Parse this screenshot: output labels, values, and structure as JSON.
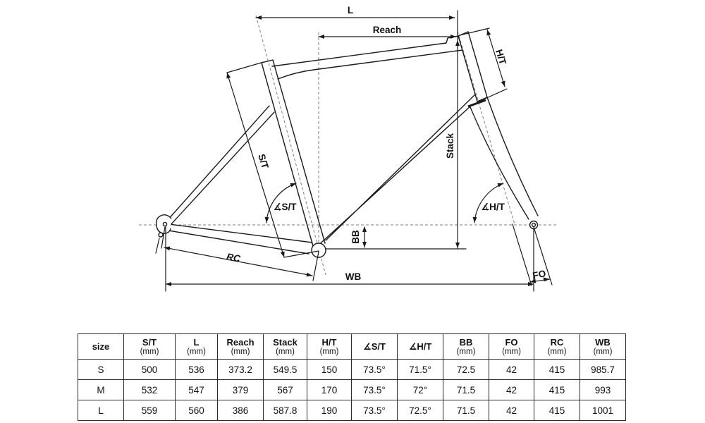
{
  "diagram": {
    "labels": {
      "l": "L",
      "reach": "Reach",
      "stack": "Stack",
      "seat_tube": "S/T",
      "head_tube": "H/T",
      "seat_tube_angle": "∡S/T",
      "head_tube_angle": "∡H/T",
      "bb_drop": "BB",
      "rear_center": "RC",
      "wheelbase": "WB",
      "fork_offset": "FO"
    }
  },
  "table": {
    "columns": [
      {
        "label": "size",
        "unit": ""
      },
      {
        "label": "S/T",
        "unit": "(mm)"
      },
      {
        "label": "L",
        "unit": "(mm)"
      },
      {
        "label": "Reach",
        "unit": "(mm)"
      },
      {
        "label": "Stack",
        "unit": "(mm)"
      },
      {
        "label": "H/T",
        "unit": "(mm)"
      },
      {
        "label": "∡S/T",
        "unit": ""
      },
      {
        "label": "∡H/T",
        "unit": ""
      },
      {
        "label": "BB",
        "unit": "(mm)"
      },
      {
        "label": "FO",
        "unit": "(mm)"
      },
      {
        "label": "RC",
        "unit": "(mm)"
      },
      {
        "label": "WB",
        "unit": "(mm)"
      }
    ],
    "rows": [
      {
        "size": "S",
        "values": [
          "500",
          "536",
          "373.2",
          "549.5",
          "150",
          "73.5°",
          "71.5°",
          "72.5",
          "42",
          "415",
          "985.7"
        ]
      },
      {
        "size": "M",
        "values": [
          "532",
          "547",
          "379",
          "567",
          "170",
          "73.5°",
          "72°",
          "71.5",
          "42",
          "415",
          "993"
        ]
      },
      {
        "size": "L",
        "values": [
          "559",
          "560",
          "386",
          "587.8",
          "190",
          "73.5°",
          "72.5°",
          "71.5",
          "42",
          "415",
          "1001"
        ]
      }
    ]
  },
  "colors": {
    "line": "#1a1a1a",
    "dash": "#7d7d7d",
    "table_border": "#2b2b2b",
    "background": "#ffffff"
  }
}
